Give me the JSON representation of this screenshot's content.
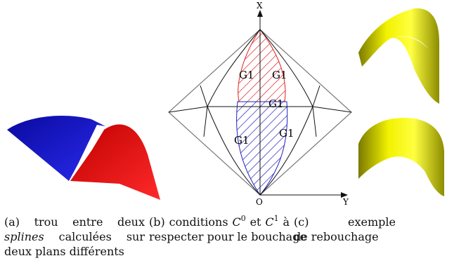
{
  "figure": {
    "panel_b": {
      "axis_x_label": "X",
      "axis_y_label": "Y",
      "origin_label": "O",
      "region_labels": [
        "G1",
        "G1",
        "G1",
        "G1",
        "G1"
      ],
      "upper_hatch_color": "#e02020",
      "lower_hatch_color": "#2020c0"
    },
    "panel_a_colors": {
      "left_surface": "#1010c8",
      "right_surface": "#e01010"
    },
    "panel_c_color": "#e6e600"
  },
  "captions": {
    "a": {
      "tag": "(a)",
      "line1": "trou entre deux",
      "line2_em": "splines",
      "line2_rest": "calculées sur",
      "line3": "deux plans différents"
    },
    "b": {
      "tag": "(b)",
      "line1_pre": "conditions",
      "c": "C",
      "sup0": "0",
      "et": "et",
      "sup1": "1",
      "a": "à",
      "line2": "respecter pour le bouchage"
    },
    "c": {
      "tag": "(c)",
      "line1": "exemple",
      "line2": "de rebouchage"
    }
  }
}
